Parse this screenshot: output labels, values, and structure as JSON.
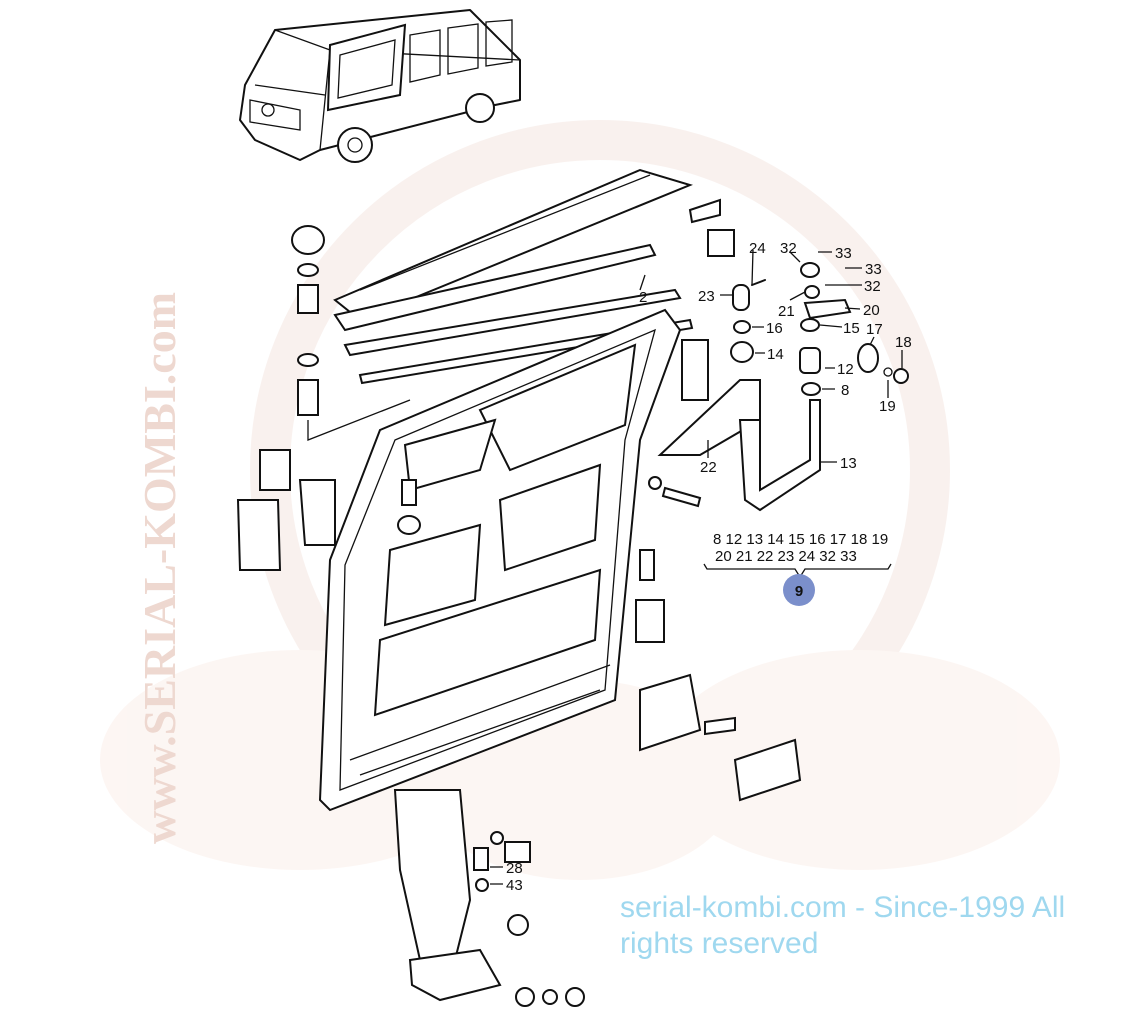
{
  "watermark": {
    "arc_text": "serial-kombi.com - Since-1999 All rights reserved",
    "big_text": "www.SERIAL-KOMBI.com"
  },
  "callouts": [
    "2",
    "24",
    "32",
    "33",
    "33",
    "32",
    "23",
    "21",
    "20",
    "16",
    "15",
    "17",
    "18",
    "14",
    "12",
    "8",
    "19",
    "22",
    "13",
    "28",
    "43"
  ],
  "kit": {
    "line1": "8 12 13 14 15 16 17 18 19",
    "line2": "20 21 22 23 24 32 33",
    "badge": "9",
    "badge_color": "#7b8fcb"
  }
}
